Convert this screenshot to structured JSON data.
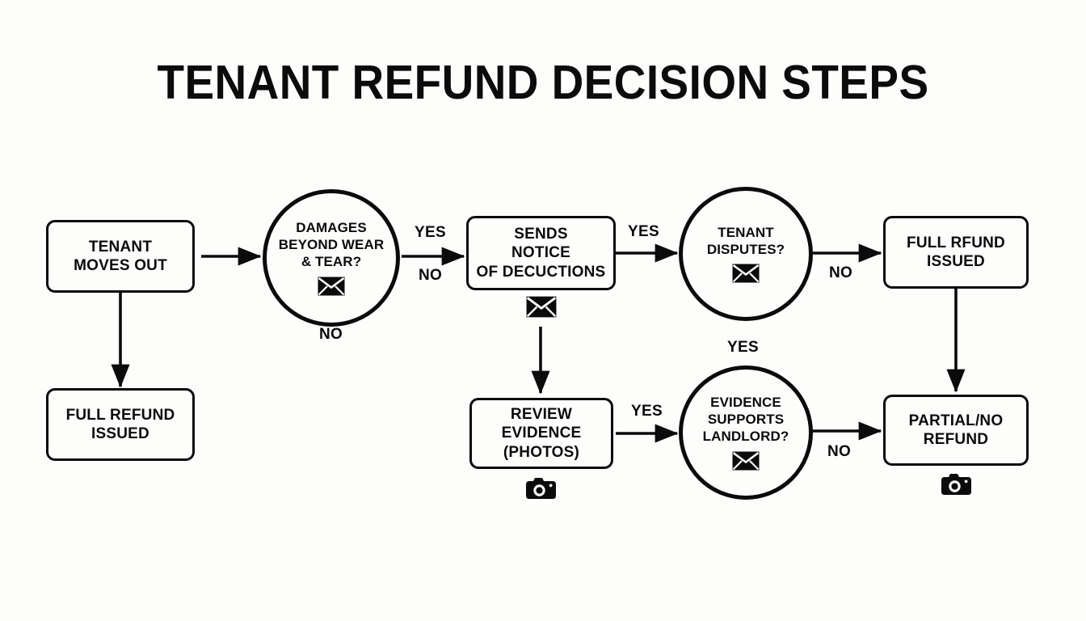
{
  "title": "TENANT REFUND DECISION STEPS",
  "colors": {
    "background": "#fdfdfc",
    "ink": "#0b0b0b"
  },
  "nodes": [
    {
      "id": "tenant-moves-out",
      "shape": "box",
      "label": "TENANT\nMOVES OUT"
    },
    {
      "id": "full-refund-issued-left",
      "shape": "box",
      "label": "FULL REFUND\nISSUED"
    },
    {
      "id": "damages-beyond-wear",
      "shape": "circle",
      "label": "DAMAGES\nBEYOND WEAR\n& TEAR?",
      "icon": "envelope-icon"
    },
    {
      "id": "sends-notice",
      "shape": "box",
      "label": "SENDS\nNOTICE\nOF DECUCTIONS"
    },
    {
      "id": "tenant-disputes",
      "shape": "circle",
      "label": "TENANT\nDISPUTES?",
      "icon": "envelope-icon"
    },
    {
      "id": "full-rfund-issued",
      "shape": "box",
      "label": "FULL RFUND\nISSUED"
    },
    {
      "id": "review-evidence",
      "shape": "box",
      "label": "REVIEW\nEVIDENCE\n(PHOTOS)"
    },
    {
      "id": "evidence-supports-landlord",
      "shape": "circle",
      "label": "EVIDENCE\nSUPPORTS\nLANDLORD?",
      "icon": "envelope-icon"
    },
    {
      "id": "partial-no-refund",
      "shape": "box",
      "label": "PARTIAL/NO\nREFUND"
    }
  ],
  "icons": [
    {
      "id": "icon-sends-notice",
      "name": "envelope-icon"
    },
    {
      "id": "icon-review-evidence",
      "name": "camera-icon"
    },
    {
      "id": "icon-partial-refund",
      "name": "camera-icon"
    }
  ],
  "edge_labels": {
    "damages_yes": "YES",
    "damages_no_right": "NO",
    "damages_no_below": "NO",
    "notice_yes": "YES",
    "disputes_no": "NO",
    "disputes_yes": "YES",
    "review_yes": "YES",
    "evidence_no": "NO"
  },
  "edges": [
    {
      "from": "tenant-moves-out",
      "to": "damages-beyond-wear",
      "label": ""
    },
    {
      "from": "tenant-moves-out",
      "to": "full-refund-issued-left",
      "label": ""
    },
    {
      "from": "damages-beyond-wear",
      "to": "sends-notice",
      "label": "YES"
    },
    {
      "from": "sends-notice",
      "to": "tenant-disputes",
      "label": "YES"
    },
    {
      "from": "sends-notice",
      "to": "review-evidence",
      "label": ""
    },
    {
      "from": "tenant-disputes",
      "to": "full-rfund-issued",
      "label": "NO"
    },
    {
      "from": "full-rfund-issued",
      "to": "partial-no-refund",
      "label": ""
    },
    {
      "from": "review-evidence",
      "to": "evidence-supports-landlord",
      "label": "YES"
    },
    {
      "from": "evidence-supports-landlord",
      "to": "partial-no-refund",
      "label": "NO"
    }
  ]
}
